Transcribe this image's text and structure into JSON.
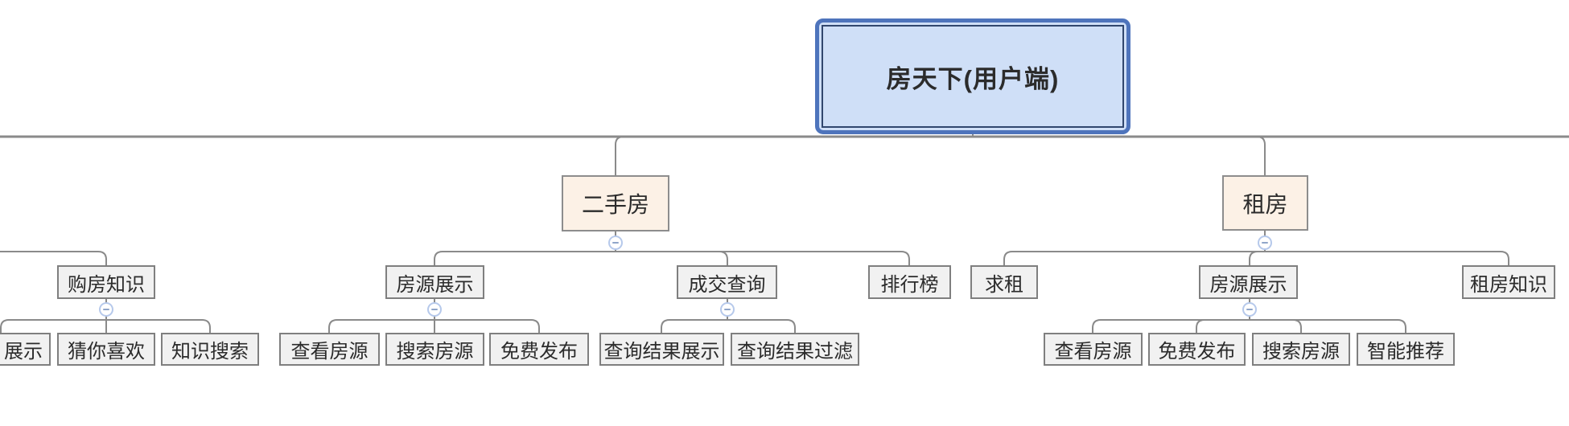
{
  "mindmap": {
    "root": {
      "label": "房天下(用户端)"
    },
    "left_partial_branch": {
      "note_visible_children": [
        {
          "label": "购房知识",
          "children": [
            {
              "label": "展示"
            },
            {
              "label": "猜你喜欢"
            },
            {
              "label": "知识搜索"
            }
          ]
        }
      ]
    },
    "branches": [
      {
        "label": "二手房",
        "children": [
          {
            "label": "房源展示",
            "children": [
              {
                "label": "查看房源"
              },
              {
                "label": "搜索房源"
              },
              {
                "label": "免费发布"
              }
            ]
          },
          {
            "label": "成交查询",
            "children": [
              {
                "label": "查询结果展示"
              },
              {
                "label": "查询结果过滤"
              }
            ]
          },
          {
            "label": "排行榜"
          }
        ]
      },
      {
        "label": "租房",
        "children": [
          {
            "label": "求租"
          },
          {
            "label": "房源展示",
            "children": [
              {
                "label": "查看房源"
              },
              {
                "label": "免费发布"
              },
              {
                "label": "搜索房源"
              },
              {
                "label": "智能推荐"
              }
            ]
          },
          {
            "label": "租房知识"
          }
        ]
      }
    ],
    "icons": {
      "collapse": "minus-circle"
    },
    "colors": {
      "root_fill": "#cfdff7",
      "root_border": "#4e74bc",
      "root_inner_border": "#31476e",
      "branch_fill": "#fcf1e6",
      "node_fill": "#f1f1f1",
      "node_border": "#7f7f7f",
      "line": "#8a8a8a",
      "collapse_border": "#b6c9eb",
      "collapse_glyph": "#8fa5c9"
    }
  }
}
